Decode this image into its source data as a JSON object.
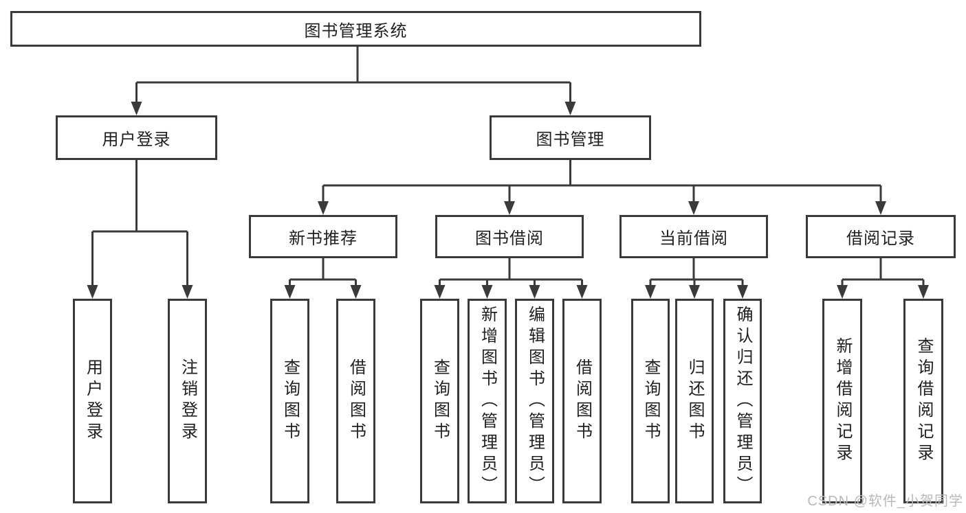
{
  "diagram": {
    "root": {
      "label": "图书管理系统"
    },
    "level2": {
      "user_login": {
        "label": "用户登录"
      },
      "book_management": {
        "label": "图书管理"
      }
    },
    "level3": {
      "new_book": {
        "label": "新书推荐"
      },
      "book_borrow": {
        "label": "图书借阅"
      },
      "current_borrow": {
        "label": "当前借阅"
      },
      "borrow_records": {
        "label": "借阅记录"
      }
    },
    "leaves": {
      "user_login": [
        "用户登录",
        "注销登录"
      ],
      "new_book": [
        "查询图书",
        "借阅图书"
      ],
      "book_borrow": [
        "查询图书",
        "新增图书（管理员）",
        "编辑图书（管理员）",
        "借阅图书"
      ],
      "current_borrow": [
        "查询图书",
        "归还图书",
        "确认归还（管理员）"
      ],
      "borrow_records": [
        "新增借阅记录",
        "查询借阅记录"
      ]
    },
    "watermark": "CSDN @软件_小贺同学",
    "colors": {
      "line": "#3a3a3a",
      "text": "#1f1f1f",
      "watermark": "#b9b9b9",
      "background": "#ffffff"
    }
  }
}
